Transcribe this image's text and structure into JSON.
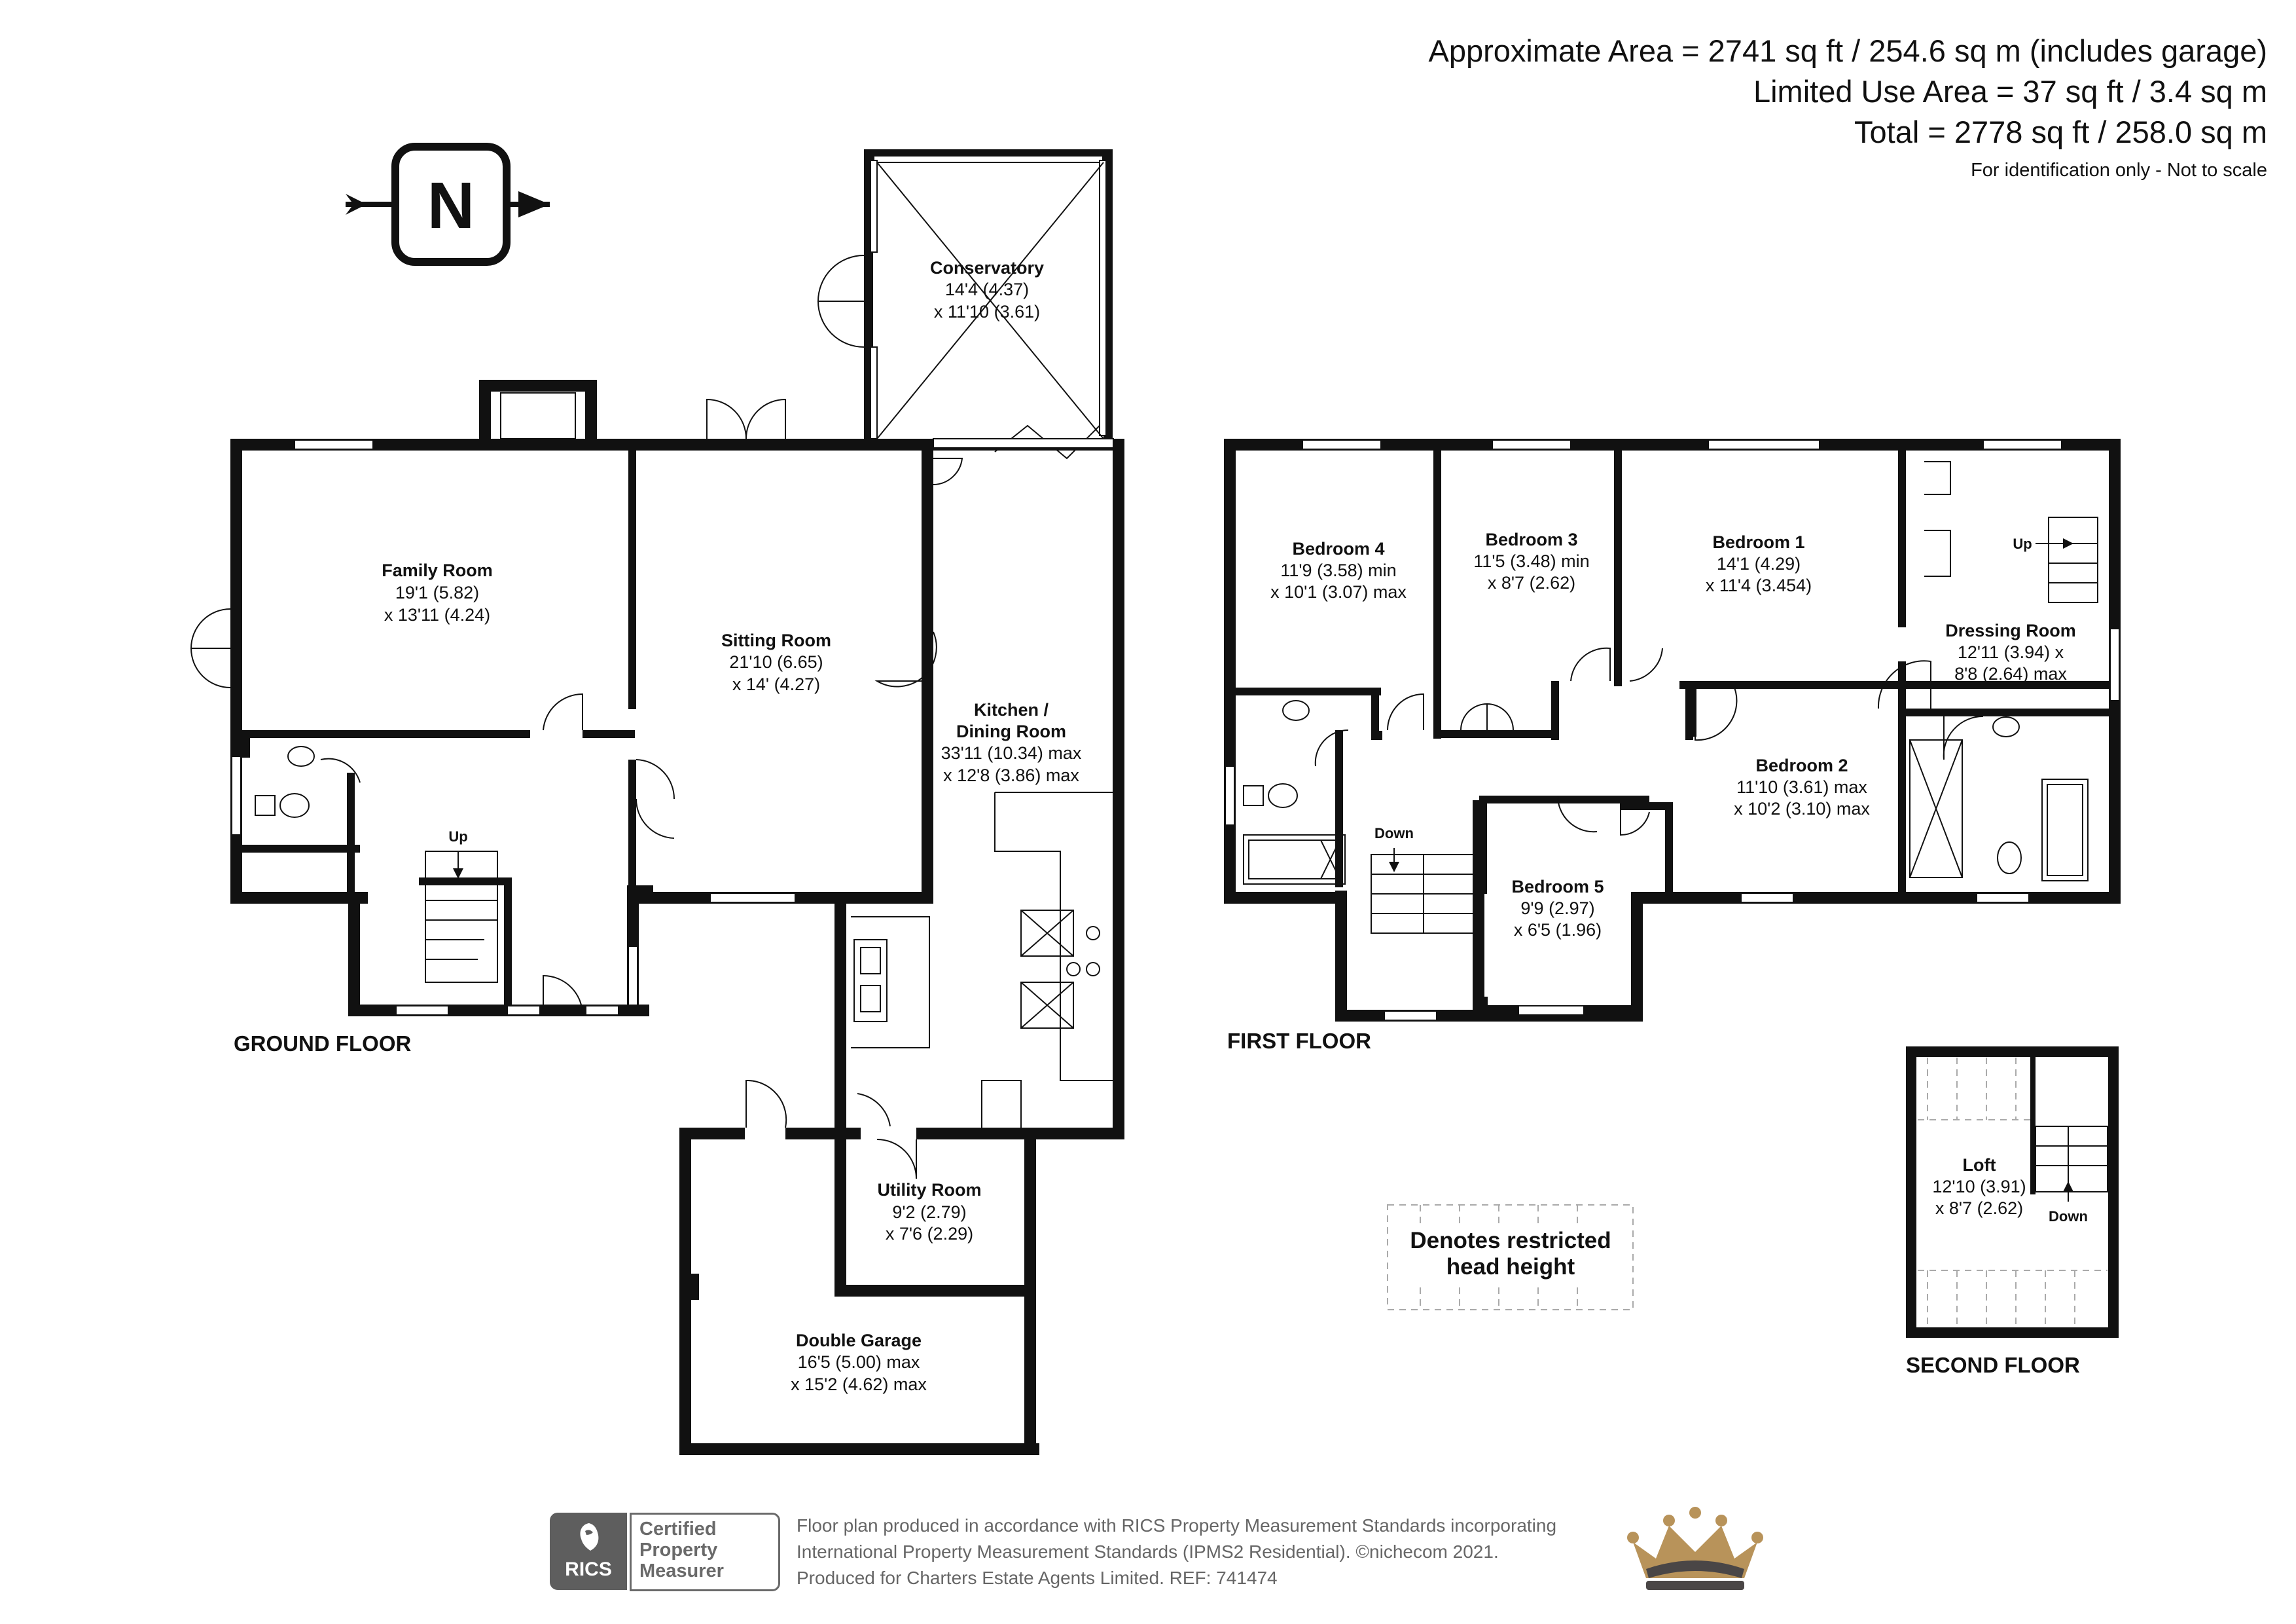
{
  "header": {
    "area_line": "Approximate Area = 2741 sq ft / 254.6 sq m (includes garage)",
    "limited_line": "Limited Use Area = 37 sq ft / 3.4 sq m",
    "total_line": "Total = 2778 sq ft / 258.0 sq m",
    "disclaimer": "For identification only - Not to scale"
  },
  "compass": {
    "letter": "N"
  },
  "floors": {
    "ground": "GROUND FLOOR",
    "first": "FIRST FLOOR",
    "second": "SECOND FLOOR"
  },
  "rooms": {
    "family": {
      "name": "Family Room",
      "d1": "19'1 (5.82)",
      "d2": "x 13'11 (4.24)"
    },
    "sitting": {
      "name": "Sitting Room",
      "d1": "21'10 (6.65)",
      "d2": "x 14' (4.27)"
    },
    "conservatory": {
      "name": "Conservatory",
      "d1": "14'4 (4.37)",
      "d2": "x 11'10 (3.61)"
    },
    "kitchen": {
      "name1": "Kitchen /",
      "name2": "Dining Room",
      "d1": "33'11 (10.34) max",
      "d2": "x 12'8 (3.86) max"
    },
    "utility": {
      "name": "Utility Room",
      "d1": "9'2 (2.79)",
      "d2": "x 7'6 (2.29)"
    },
    "garage": {
      "name": "Double Garage",
      "d1": "16'5 (5.00) max",
      "d2": "x 15'2 (4.62) max"
    },
    "bed4": {
      "name": "Bedroom 4",
      "d1": "11'9 (3.58) min",
      "d2": "x 10'1 (3.07) max"
    },
    "bed3": {
      "name": "Bedroom 3",
      "d1": "11'5 (3.48) min",
      "d2": "x 8'7 (2.62)"
    },
    "bed1": {
      "name": "Bedroom 1",
      "d1": "14'1 (4.29)",
      "d2": "x 11'4 (3.454)"
    },
    "dressing": {
      "name": "Dressing Room",
      "d1": "12'11 (3.94) x",
      "d2": "8'8 (2.64) max"
    },
    "bed2": {
      "name": "Bedroom 2",
      "d1": "11'10 (3.61) max",
      "d2": "x 10'2 (3.10) max"
    },
    "bed5": {
      "name": "Bedroom 5",
      "d1": "9'9 (2.97)",
      "d2": "x 6'5 (1.96)"
    },
    "loft": {
      "name": "Loft",
      "d1": "12'10 (3.91)",
      "d2": "x 8'7 (2.62)"
    }
  },
  "stairs": {
    "ground_up": "Up",
    "first_down": "Down",
    "dressing_up": "Up",
    "loft_down": "Down"
  },
  "legend": {
    "line1": "Denotes restricted",
    "line2": "head height"
  },
  "footer": {
    "line1": "Floor plan produced in accordance with RICS Property Measurement Standards incorporating",
    "line2": "International Property Measurement Standards (IPMS2 Residential).  ©nichecom 2021.",
    "line3": "Produced for Charters Estate Agents Limited.   REF:  741474"
  },
  "rics": {
    "brand": "RICS",
    "line1": "Certified",
    "line2": "Property",
    "line3": "Measurer"
  },
  "colors": {
    "wall": "#111111",
    "crown_gold": "#b8935a",
    "crown_dark": "#4a4646",
    "badge_grey": "#5e5e5e"
  }
}
